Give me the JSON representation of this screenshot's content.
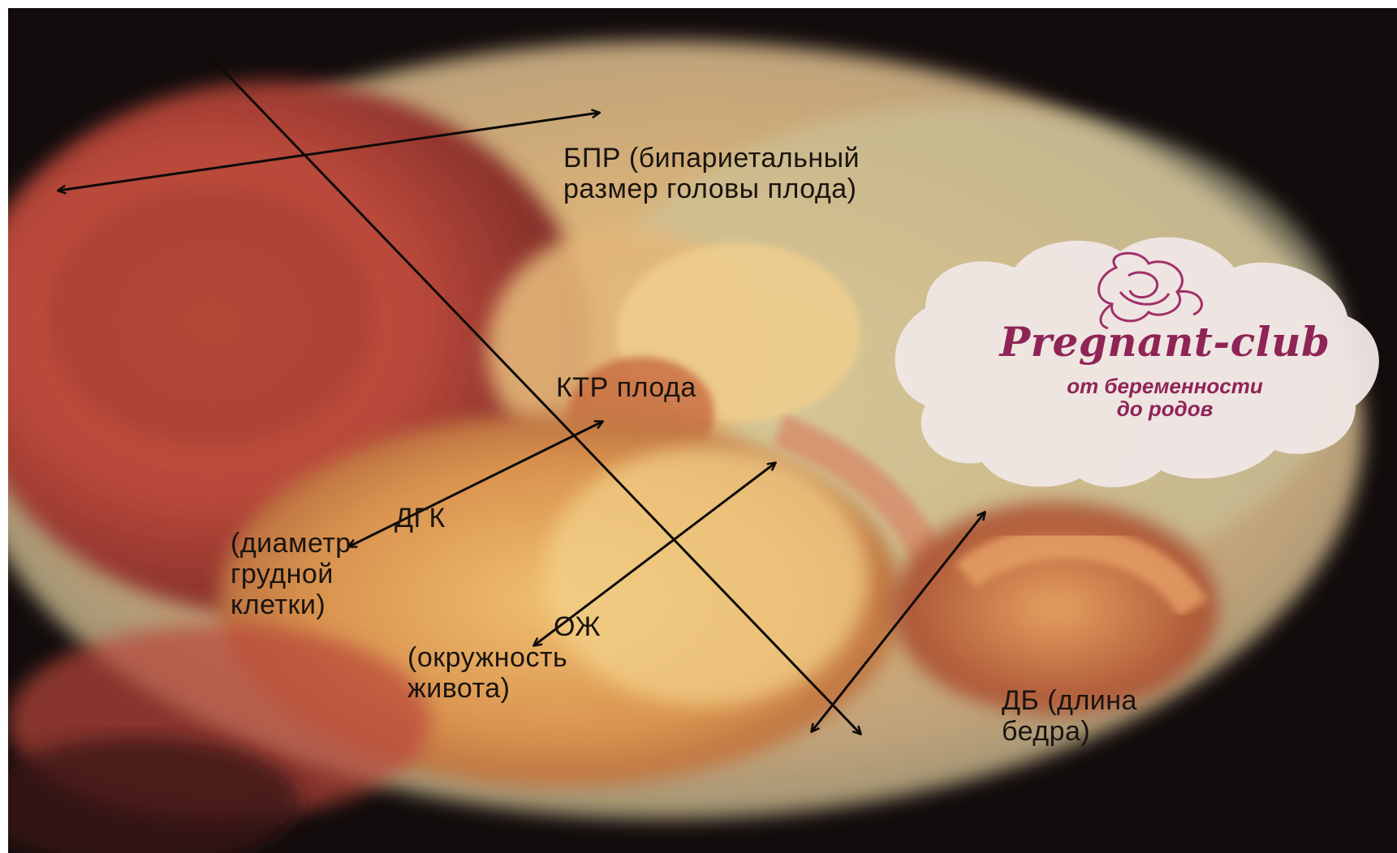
{
  "labels": {
    "bpr": "БПР (бипариетальный\nразмер головы плода)",
    "ktr": "КТР плода",
    "dgk_title": "ДГК",
    "dgk_sub": "(диаметр\nгрудной\nклетки)",
    "ozh_title": "ОЖ",
    "ozh_sub": "(окружность\nживота)",
    "db": "ДБ (длина\nбедра)"
  },
  "logo": {
    "name": "Pregnant-club",
    "tagline_1": "от беременности",
    "tagline_2": "до родов",
    "icon": "rose-icon"
  },
  "colors": {
    "background": "#120c0c",
    "arrows": "#0d0a08",
    "logo_text": "#8f2456",
    "label_text": "#1a1410"
  }
}
